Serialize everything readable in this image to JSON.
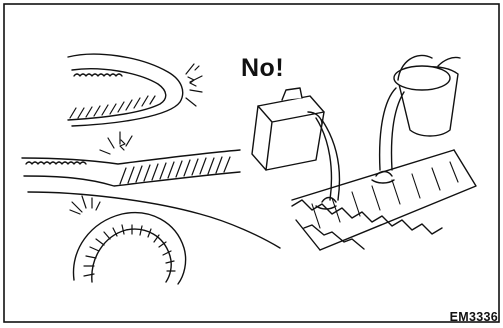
{
  "figure": {
    "warning_text": "No!",
    "figure_code": "EM3336"
  },
  "panels": [
    {
      "name": "belt-twisted-panel"
    },
    {
      "name": "belt-bent-panel"
    },
    {
      "name": "belt-ring-panel"
    },
    {
      "name": "oil-water-panel"
    }
  ],
  "icons": {
    "stress_mark": "stress-spark-icon",
    "oil_can": "oil-can-icon",
    "water_bucket": "water-bucket-icon"
  },
  "colors": {
    "line": "#111111",
    "background": "#ffffff"
  }
}
